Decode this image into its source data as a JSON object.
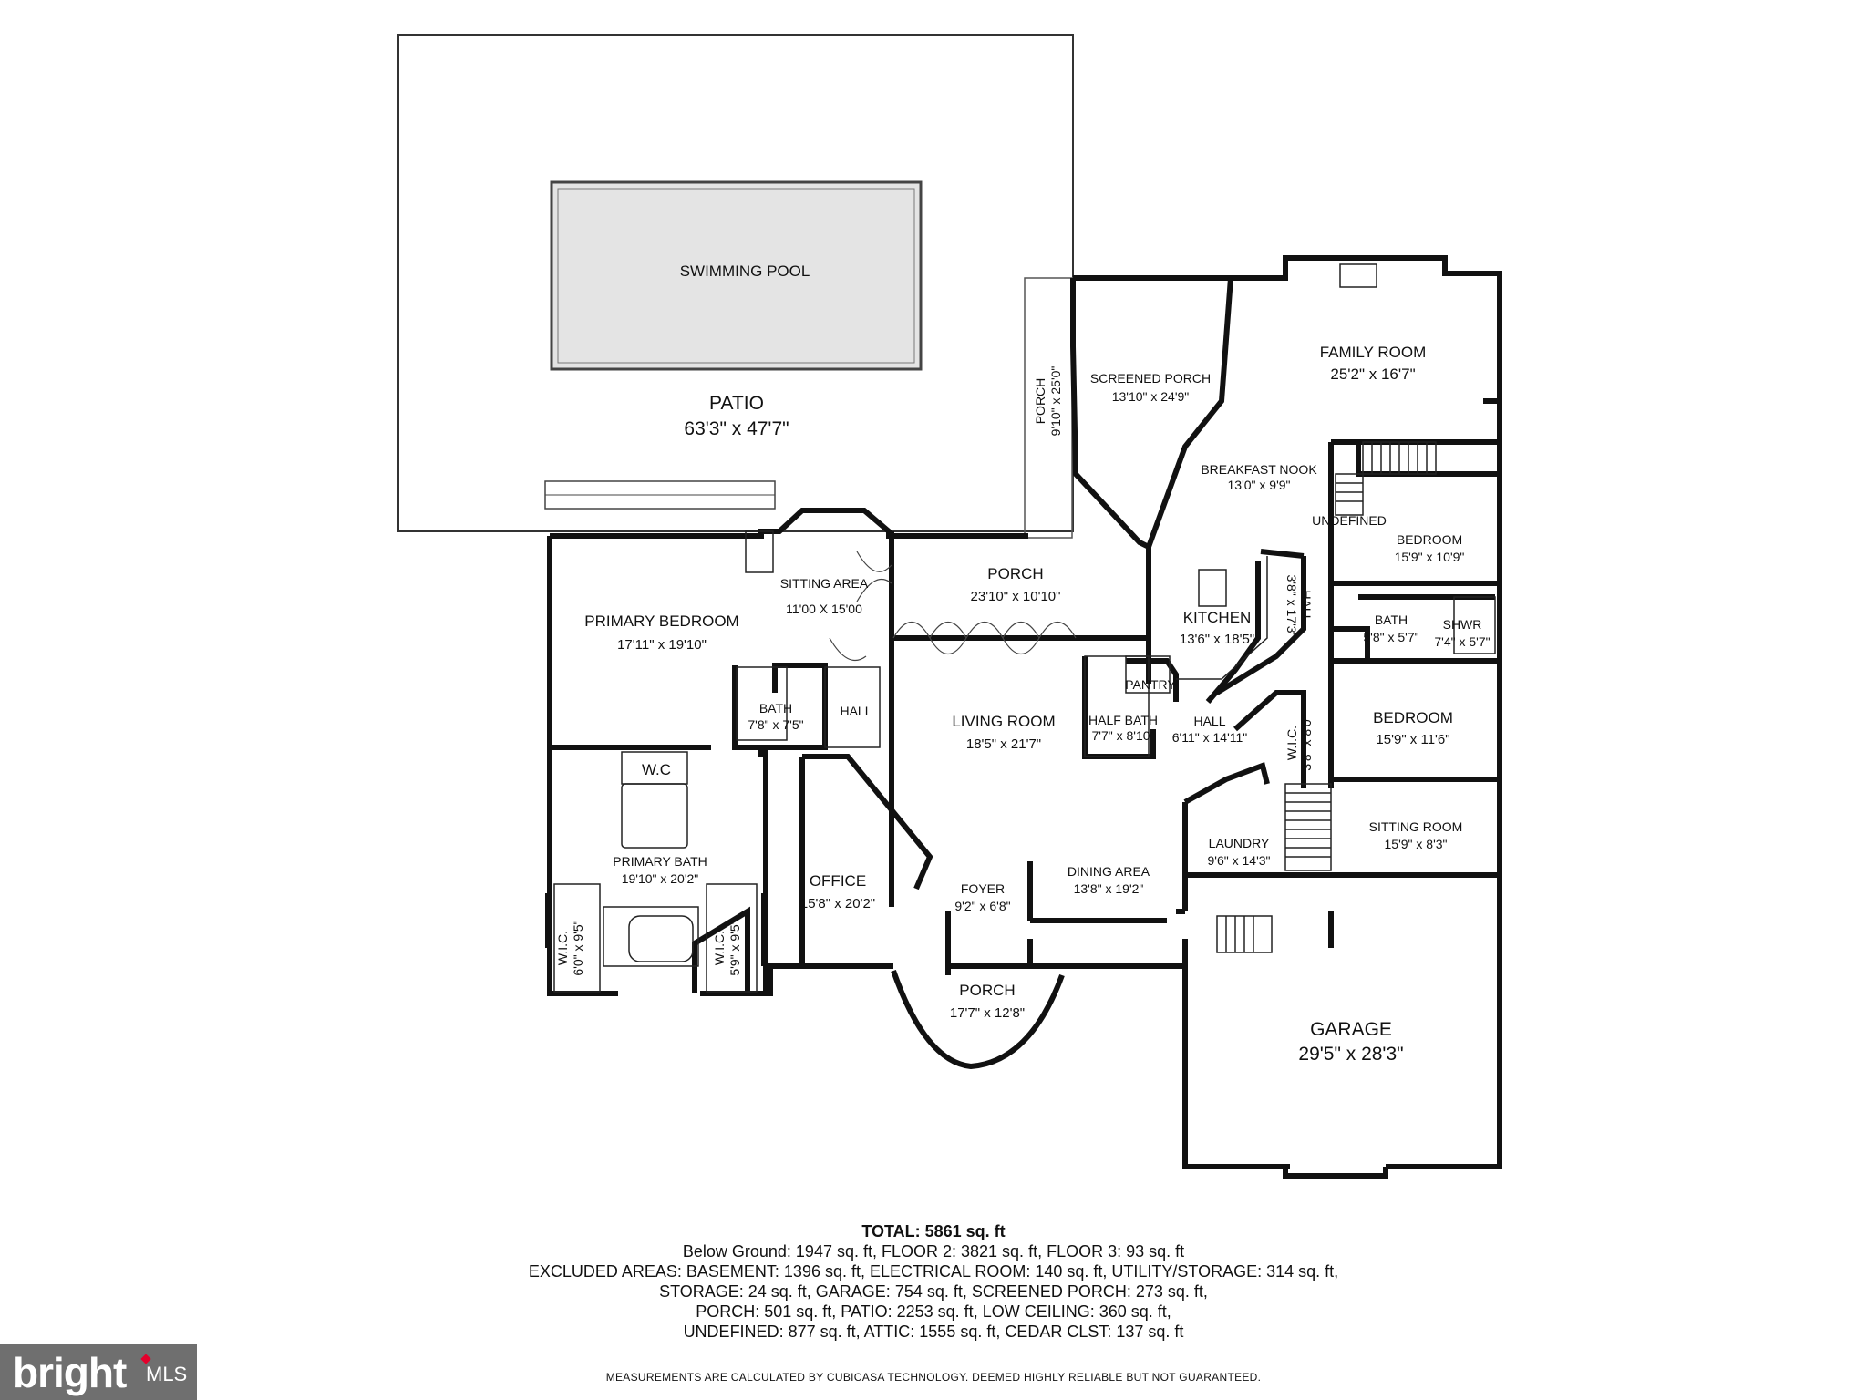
{
  "rooms": {
    "swimming_pool": {
      "name": "SWIMMING POOL"
    },
    "patio": {
      "name": "PATIO",
      "dim": "63'3\" x 47'7\""
    },
    "porch_side": {
      "name": "PORCH",
      "dim": "9'10\" x 25'0\""
    },
    "screened_porch": {
      "name": "SCREENED PORCH",
      "dim": "13'10\" x 24'9\""
    },
    "family_room": {
      "name": "FAMILY ROOM",
      "dim": "25'2\" x 16'7\""
    },
    "breakfast_nook": {
      "name": "BREAKFAST NOOK",
      "dim": "13'0\" x 9'9\""
    },
    "undefined": {
      "name": "UNDEFINED"
    },
    "bedroom_1": {
      "name": "BEDROOM",
      "dim": "15'9\" x 10'9\""
    },
    "sitting_area": {
      "name": "SITTING AREA",
      "dim": "11'00 X 15'00"
    },
    "porch_rear": {
      "name": "PORCH",
      "dim": "23'10\" x 10'10\""
    },
    "primary_bedroom": {
      "name": "PRIMARY BEDROOM",
      "dim": "17'11\" x 19'10\""
    },
    "kitchen": {
      "name": "KITCHEN",
      "dim": "13'6\" x 18'5\""
    },
    "hall_kitchen": {
      "name": "HALL",
      "dim": "3'8\" x 17'3\""
    },
    "bath_2": {
      "name": "BATH",
      "dim": "5'8\" x 5'7\""
    },
    "shwr": {
      "name": "SHWR",
      "dim": "7'4\" x 5'7\""
    },
    "pantry": {
      "name": "PANTRY"
    },
    "bath_1": {
      "name": "BATH",
      "dim": "7'8\" x 7'5\""
    },
    "hall_left": {
      "name": "HALL"
    },
    "living_room": {
      "name": "LIVING ROOM",
      "dim": "18'5\" x 21'7\""
    },
    "half_bath": {
      "name": "HALF BATH",
      "dim": "7'7\" x 8'10\""
    },
    "hall_center": {
      "name": "HALL",
      "dim": "6'11\" x 14'11\""
    },
    "bedroom_2": {
      "name": "BEDROOM",
      "dim": "15'9\" x 11'6\""
    },
    "wic_right": {
      "name": "W.I.C.",
      "dim": "3'8\" x 8'0\""
    },
    "wc": {
      "name": "W.C"
    },
    "primary_bath": {
      "name": "PRIMARY BATH",
      "dim": "19'10\" x 20'2\""
    },
    "laundry": {
      "name": "LAUNDRY",
      "dim": "9'6\" x 14'3\""
    },
    "sitting_room": {
      "name": "SITTING ROOM",
      "dim": "15'9\" x 8'3\""
    },
    "office": {
      "name": "OFFICE",
      "dim": "15'8\" x 20'2\""
    },
    "foyer": {
      "name": "FOYER",
      "dim": "9'2\" x 6'8\""
    },
    "dining_area": {
      "name": "DINING AREA",
      "dim": "13'8\" x 19'2\""
    },
    "wic_left": {
      "name": "W.I.C.",
      "dim": "6'0\" x 9'5\""
    },
    "wic_mid": {
      "name": "W.I.C.",
      "dim": "5'9\" x 9'5\""
    },
    "porch_front": {
      "name": "PORCH",
      "dim": "17'7\" x 12'8\""
    },
    "garage": {
      "name": "GARAGE",
      "dim": "29'5\" x 28'3\""
    }
  },
  "summary": {
    "total": "TOTAL: 5861 sq. ft",
    "lines": [
      "Below Ground: 1947 sq. ft, FLOOR 2: 3821 sq. ft, FLOOR 3: 93 sq. ft",
      "EXCLUDED AREAS: BASEMENT: 1396 sq. ft, ELECTRICAL ROOM: 140 sq. ft, UTILITY/STORAGE: 314 sq. ft,",
      "STORAGE: 24 sq. ft, GARAGE: 754 sq. ft, SCREENED PORCH: 273 sq. ft,",
      "PORCH: 501 sq. ft, PATIO: 2253 sq. ft, LOW CEILING: 360 sq. ft,",
      "UNDEFINED: 877 sq. ft, ATTIC: 1555 sq. ft, CEDAR CLST: 137 sq. ft"
    ],
    "disclaimer": "MEASUREMENTS ARE CALCULATED BY CUBICASA TECHNOLOGY. DEEMED HIGHLY RELIABLE BUT NOT GUARANTEED."
  },
  "logo": {
    "brand": "bright",
    "suffix": "MLS",
    "accent": "#e4002b",
    "background": "#6f6f6f"
  }
}
